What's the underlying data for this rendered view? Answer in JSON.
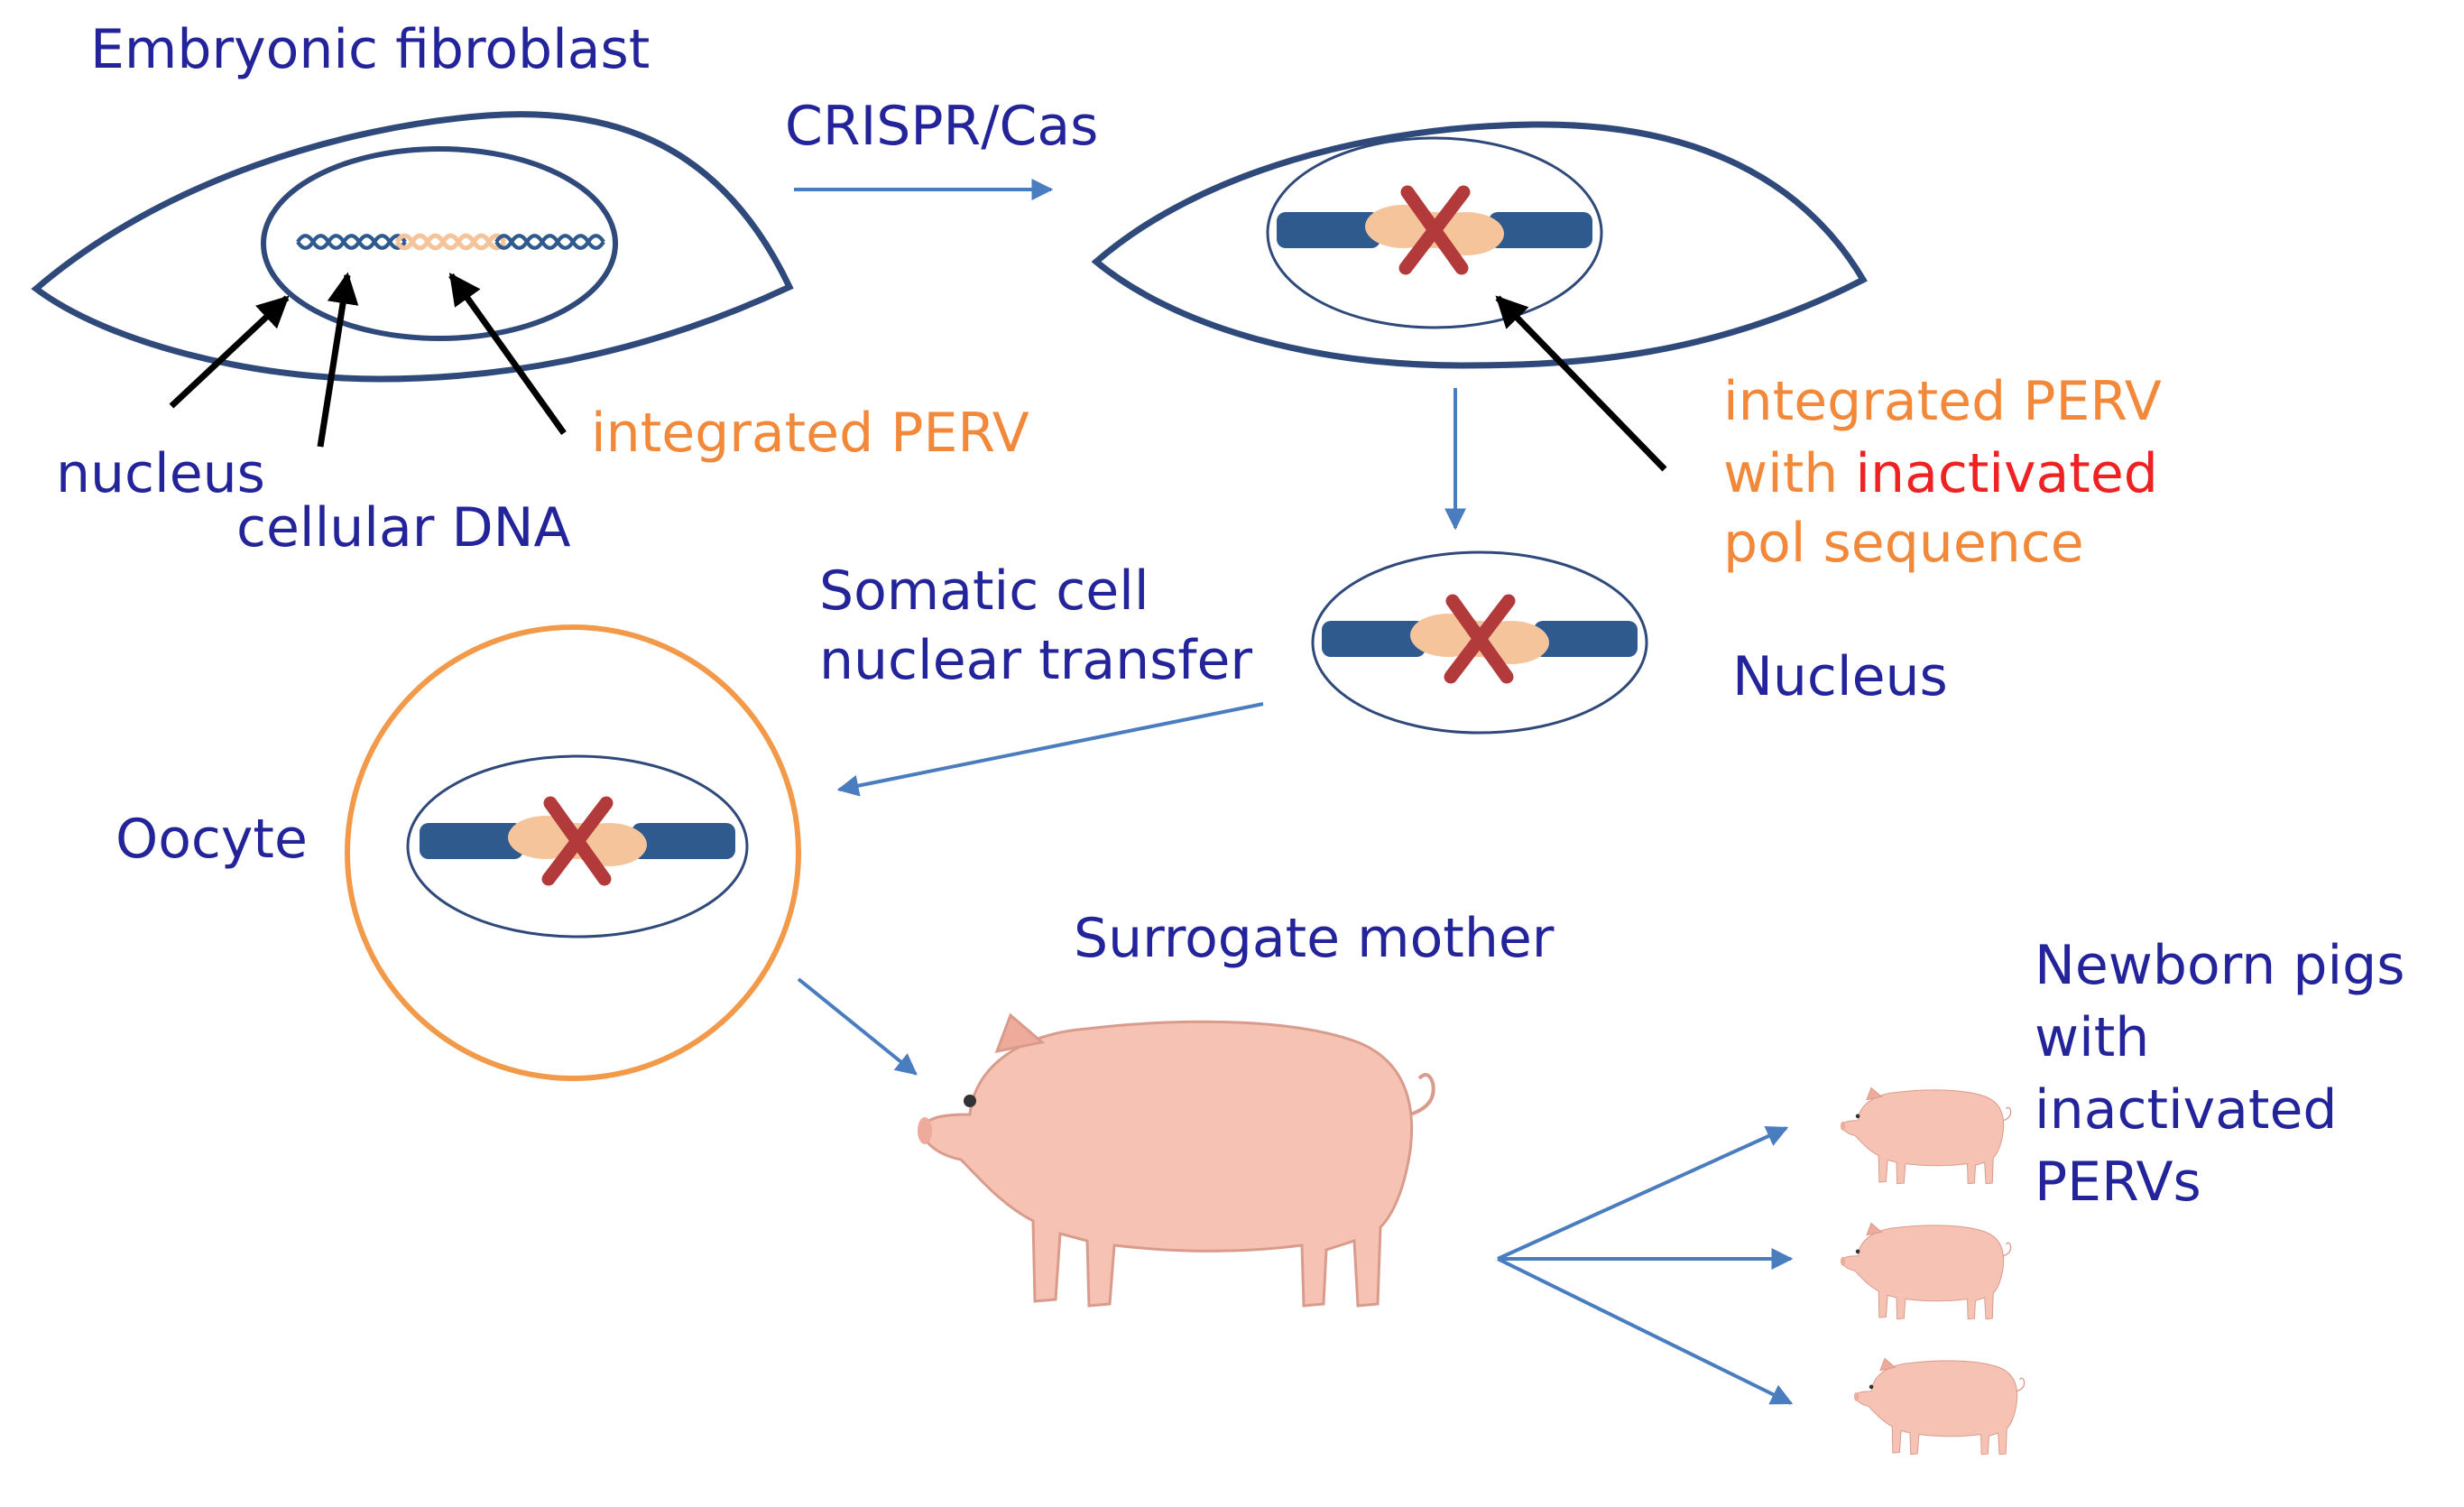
{
  "labels": {
    "embryonic_fibroblast": "Embryonic fibroblast",
    "crispr_cas": "CRISPR/Cas",
    "nucleus_small": "nucleus",
    "cellular_dna": "cellular DNA",
    "integrated_perv": "integrated PERV",
    "integrated_perv_line1": "integrated PERV",
    "with_word": "with ",
    "inactivated_word": "inactivated",
    "pol_sequence": "pol sequence",
    "somatic_line1": "Somatic cell",
    "somatic_line2": "nuclear transfer",
    "nucleus_big": "Nucleus",
    "oocyte": "Oocyte",
    "surrogate_mother": "Surrogate mother",
    "newborn_line1": "Newborn pigs",
    "newborn_line2": "with",
    "newborn_line3": "inactivated",
    "newborn_line4": "PERVs"
  },
  "colors": {
    "text_navy": "#23239a",
    "text_orange": "#f2893a",
    "text_red": "#ee2222",
    "cell_outline": "#2f4a7a",
    "arrow_blue": "#4a7cc0",
    "dna_blue": "#2f5a8e",
    "perv_peach": "#f6c49a",
    "cross_red": "#b33a3a",
    "oocyte_orange": "#f2994a",
    "pig_pink": "#f6c2b3"
  }
}
